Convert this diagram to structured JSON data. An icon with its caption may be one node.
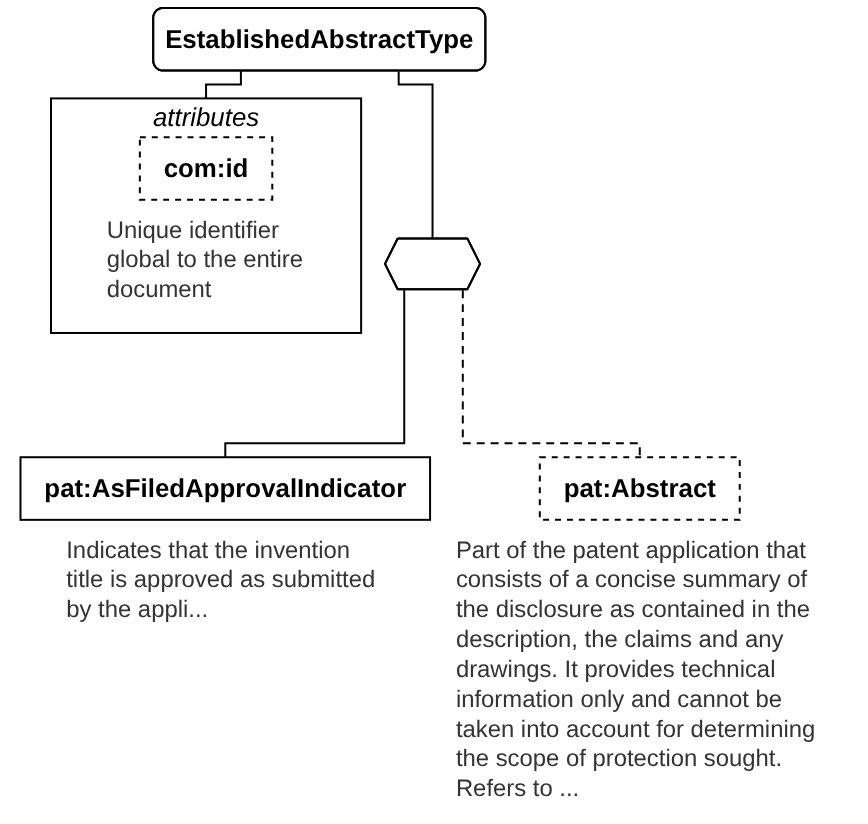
{
  "diagram": {
    "nodes": [
      {
        "text": [
          "EstablishedAbstractType"
        ]
      },
      {
        "text": [
          "attributes"
        ]
      },
      {
        "text": [
          "com:id"
        ],
        "in": 1,
        "beside": [
          "Unique identifier global to the entire document"
        ]
      },
      {
        "text": [],
        "shape": "hexagon"
      },
      {
        "text": [
          "pat:AsFiledApprovalIndicator"
        ],
        "beside": [
          "Indicates that the invention title is approved as submitted by the appli..."
        ]
      },
      {
        "text": [
          "pat:Abstract"
        ],
        "beside": [
          "Part of the patent application that consists of a concise summary of the disclosure as contained in the description, the claims and any drawings. It provides technical information only and cannot be taken into account for determining the scope of protection sought. Refers to ..."
        ]
      }
    ],
    "edges": [
      {
        "from": 0,
        "to": 1,
        "arrow": "none"
      },
      {
        "from": 0,
        "to": 3,
        "arrow": "none"
      },
      {
        "from": 3,
        "to": 4,
        "arrow": "none"
      },
      {
        "from": 3,
        "to": 5,
        "arrow": "none",
        "style": "dashed"
      }
    ]
  }
}
